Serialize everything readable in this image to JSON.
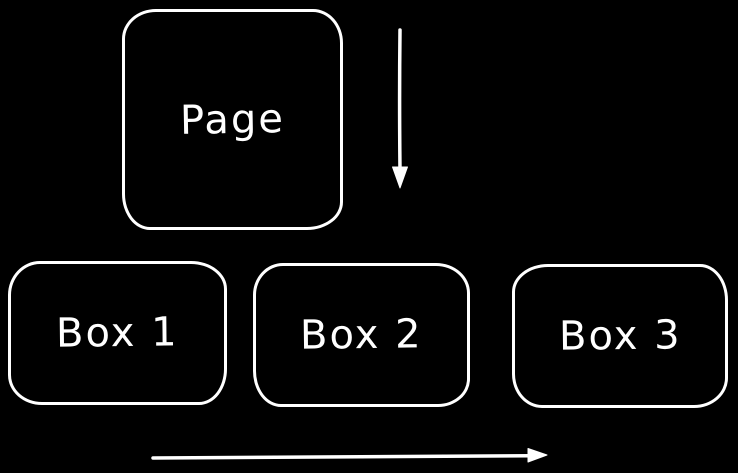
{
  "canvas": {
    "background_color": "#000000",
    "stroke_color": "#ffffff",
    "style": "hand-drawn whiteboard sketch"
  },
  "nodes": [
    {
      "id": "page",
      "label": "Page"
    },
    {
      "id": "box1",
      "label": "Box 1"
    },
    {
      "id": "box2",
      "label": "Box 2"
    },
    {
      "id": "box3",
      "label": "Box 3"
    }
  ],
  "arrows": [
    {
      "id": "down-arrow",
      "direction": "down",
      "from": "top area right of Page box",
      "to": "row of boxes"
    },
    {
      "id": "right-arrow",
      "direction": "right",
      "from": "below Box 1",
      "to": "below Box 3"
    }
  ]
}
